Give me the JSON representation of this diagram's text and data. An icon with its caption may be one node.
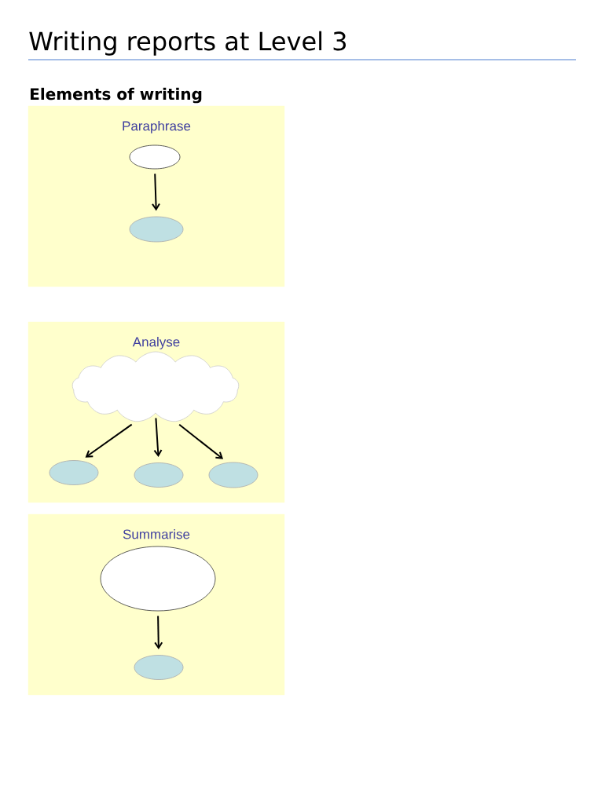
{
  "diagram": {
    "title": "Writing reports at Level 3",
    "nodes": [
      {
        "text": [
          "Paraphrase"
        ]
      },
      {
        "text": [],
        "shape": "ellipse",
        "in": 0
      },
      {
        "text": [],
        "shape": "ellipse",
        "in": 0
      },
      {
        "text": [
          "Analyse"
        ]
      },
      {
        "text": [],
        "shape": "cloud",
        "in": 3
      },
      {
        "text": [],
        "shape": "ellipse",
        "in": 3
      },
      {
        "text": [],
        "shape": "ellipse",
        "in": 3
      },
      {
        "text": [],
        "shape": "ellipse",
        "in": 3
      },
      {
        "text": [
          "Summarise"
        ]
      },
      {
        "text": [],
        "shape": "ellipse",
        "in": 8
      },
      {
        "text": [],
        "shape": "ellipse",
        "in": 8
      }
    ],
    "edges": [
      {
        "from": 1,
        "to": 2,
        "arrow": "to"
      },
      {
        "from": 4,
        "to": 5,
        "arrow": "to"
      },
      {
        "from": 4,
        "to": 6,
        "arrow": "to"
      },
      {
        "from": 4,
        "to": 7,
        "arrow": "to"
      },
      {
        "from": 9,
        "to": 10,
        "arrow": "to"
      }
    ],
    "labels": [
      "Elements of writing"
    ]
  }
}
